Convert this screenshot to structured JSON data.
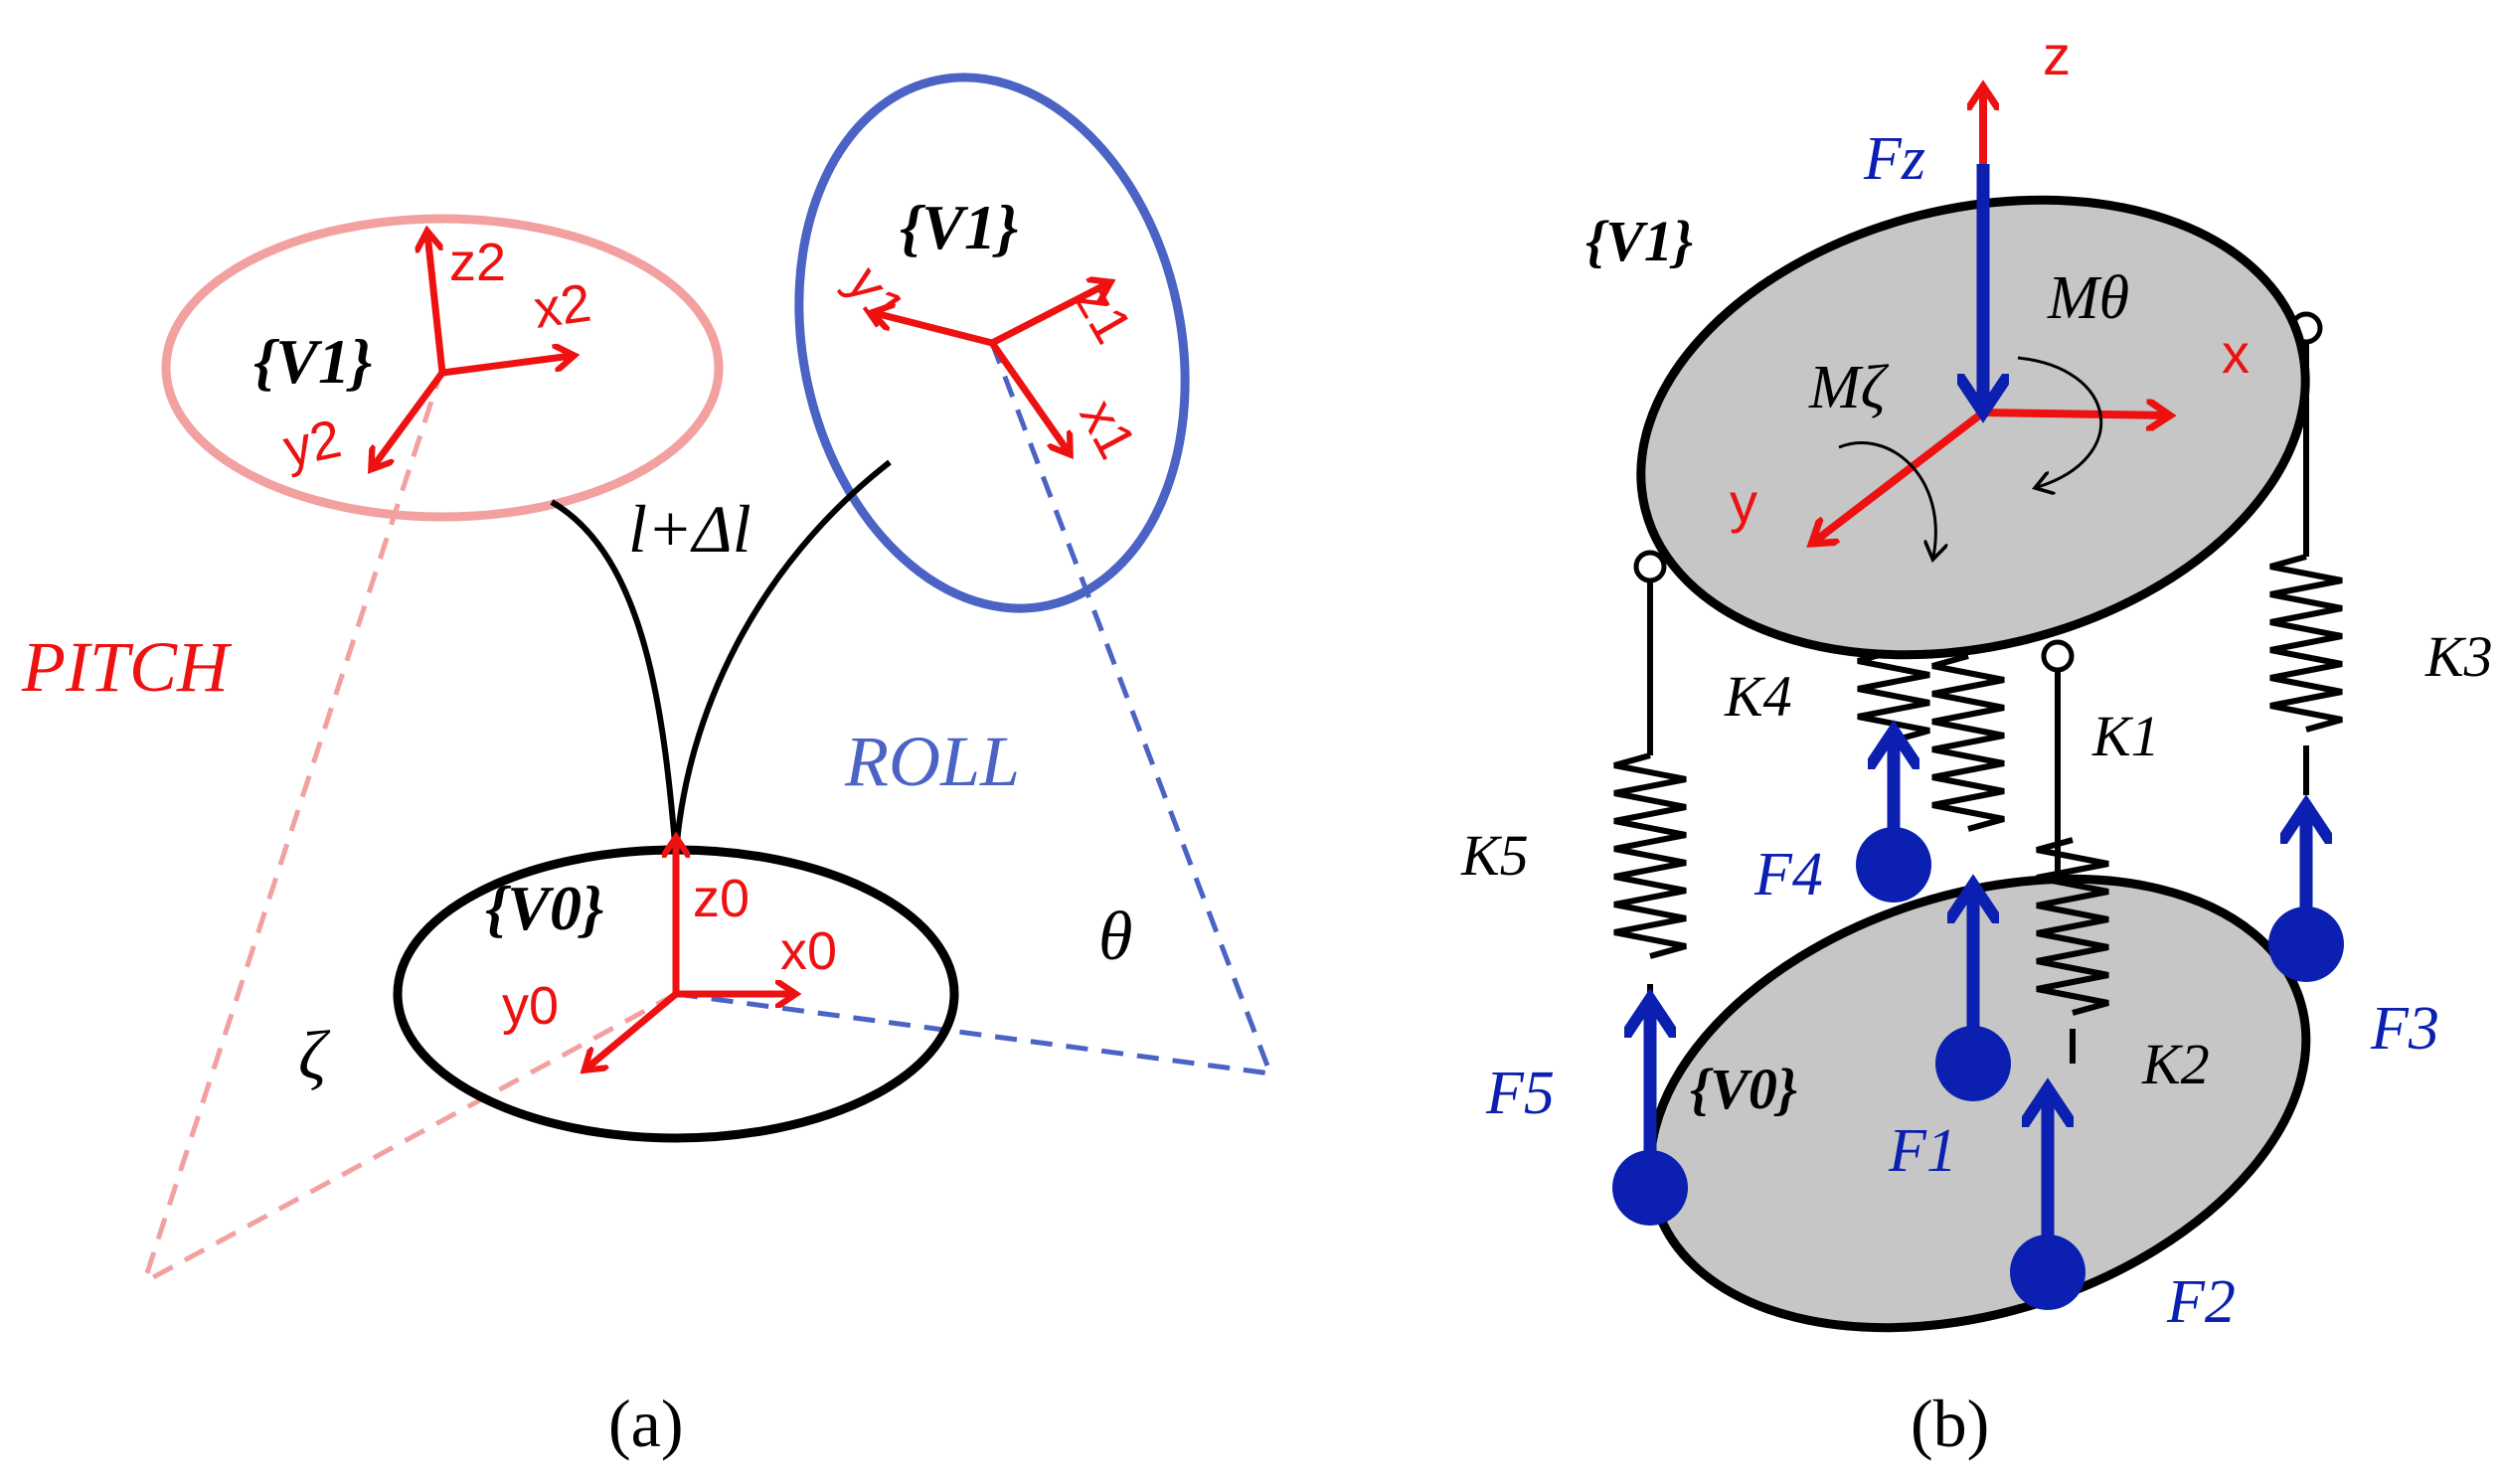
{
  "colors": {
    "red": "#ee1111",
    "blue": "#4a63c4",
    "pink": "#f2a0a0",
    "darkblue": "#0b1fb0",
    "black": "#000000",
    "gray": "#c6c6c6"
  },
  "panel_a": {
    "caption": "(a)",
    "frame_pitch": "{V1}",
    "frame_roll": "{V1}",
    "frame_base": "{V0}",
    "axes_pitch": {
      "z": "z2",
      "x": "x2",
      "y": "y2"
    },
    "axes_roll": {
      "y": "y1",
      "z": "z1",
      "x": "x1"
    },
    "axes_base": {
      "z": "z0",
      "x": "x0",
      "y": "y0"
    },
    "length": "l+Δl",
    "pitch_label": "PITCH",
    "roll_label": "ROLL",
    "theta": "θ",
    "zeta": "ζ"
  },
  "panel_b": {
    "caption": "(b)",
    "frame_top": "{V1}",
    "frame_bottom": "{V0}",
    "axis_z": "z",
    "axis_x": "x",
    "axis_y": "y",
    "force_z": "Fz",
    "moment_theta": "Mθ",
    "moment_zeta": "Mζ",
    "springs": [
      "K1",
      "K2",
      "K3",
      "K4",
      "K5"
    ],
    "forces": [
      "F1",
      "F2",
      "F3",
      "F4",
      "F5"
    ]
  }
}
